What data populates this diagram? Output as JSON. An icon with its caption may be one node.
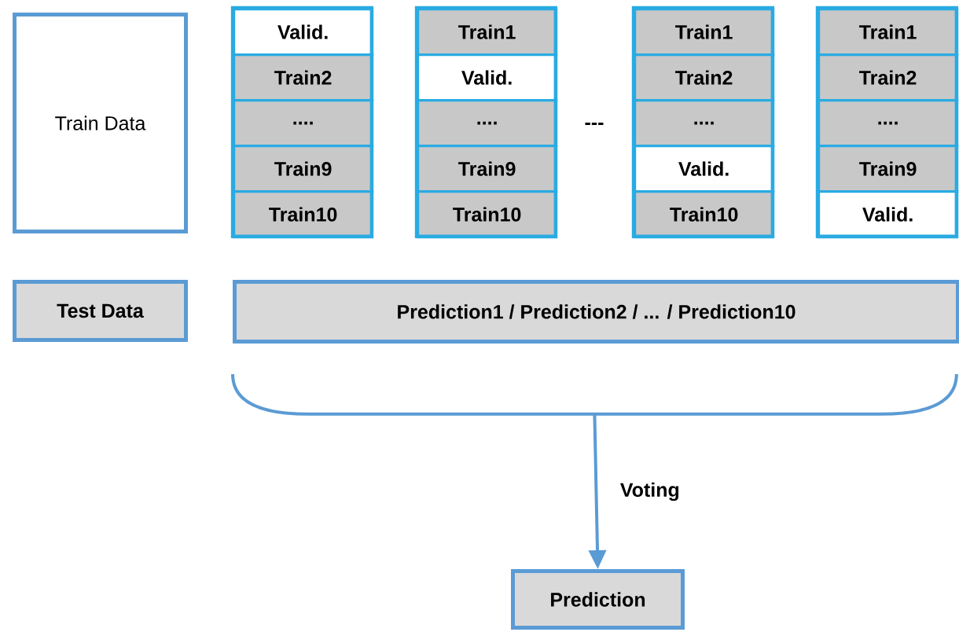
{
  "diagram": {
    "nodes": [
      {
        "text": [
          "Train Data"
        ]
      },
      {
        "text": [],
        "shape": "box"
      },
      {
        "text": [
          "Valid."
        ],
        "in": 1
      },
      {
        "text": [
          "Train2"
        ],
        "in": 1
      },
      {
        "text": [
          "...."
        ],
        "in": 1
      },
      {
        "text": [
          "Train9"
        ],
        "in": 1
      },
      {
        "text": [
          "Train10"
        ],
        "in": 1
      },
      {
        "text": [],
        "shape": "box"
      },
      {
        "text": [
          "Train1"
        ],
        "in": 7
      },
      {
        "text": [
          "Valid."
        ],
        "in": 7
      },
      {
        "text": [
          "...."
        ],
        "in": 7
      },
      {
        "text": [
          "Train9"
        ],
        "in": 7
      },
      {
        "text": [
          "Train10"
        ],
        "in": 7
      },
      {
        "text": [],
        "shape": "box"
      },
      {
        "text": [
          "Train1"
        ],
        "in": 13
      },
      {
        "text": [
          "Train2"
        ],
        "in": 13
      },
      {
        "text": [
          "...."
        ],
        "in": 13
      },
      {
        "text": [
          "Valid."
        ],
        "in": 13
      },
      {
        "text": [
          "Train10"
        ],
        "in": 13
      },
      {
        "text": [],
        "shape": "box"
      },
      {
        "text": [
          "Train1"
        ],
        "in": 19
      },
      {
        "text": [
          "Train2"
        ],
        "in": 19
      },
      {
        "text": [
          "...."
        ],
        "in": 19
      },
      {
        "text": [
          "Train9"
        ],
        "in": 19
      },
      {
        "text": [
          "Valid."
        ],
        "in": 19
      },
      {
        "text": [
          "Test Data"
        ]
      },
      {
        "text": [
          "Prediction1 / Prediction2 / ... / Prediction10"
        ]
      },
      {
        "text": [],
        "shape": "bracket"
      },
      {
        "text": [
          "Prediction"
        ]
      }
    ],
    "edges": [
      {
        "from": 27,
        "to": 28,
        "arrow": "to",
        "label": "Voting"
      }
    ],
    "labels": [
      "---"
    ]
  }
}
